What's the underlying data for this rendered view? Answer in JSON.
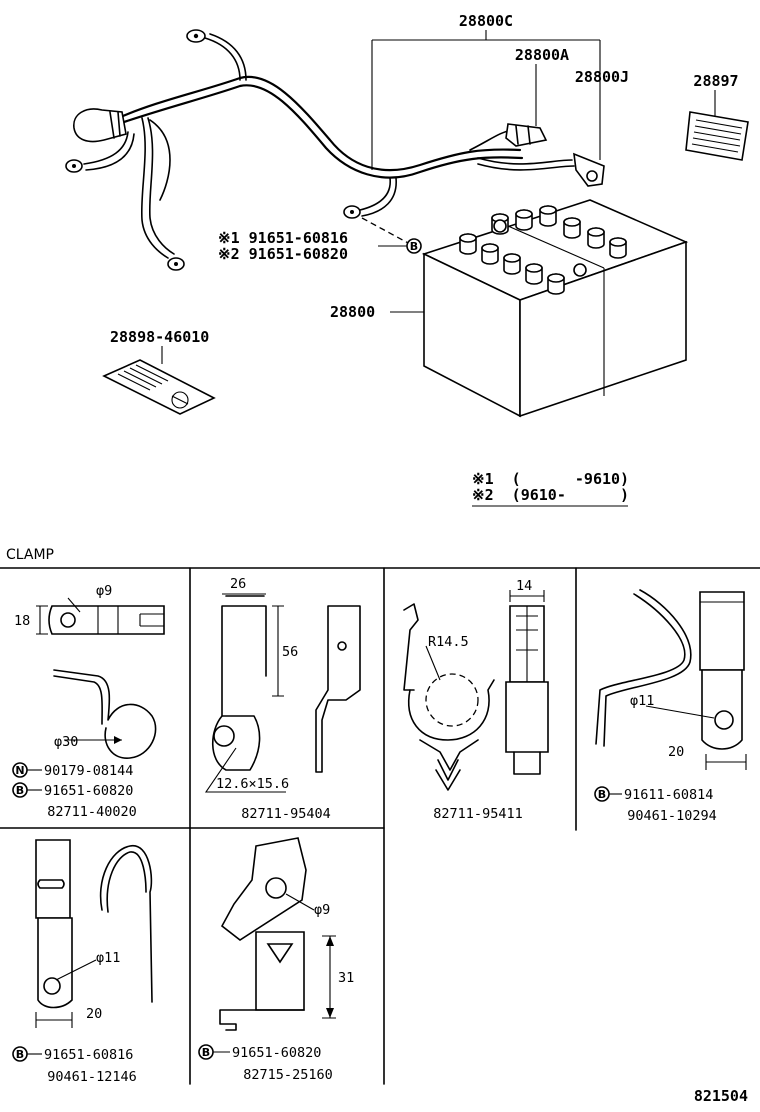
{
  "callouts": {
    "harness_main": "28800C",
    "harness_a": "28800A",
    "harness_j": "28800J",
    "label_28897": "28897",
    "bolt_1": "※1  91651-60816",
    "bolt_2": "※2  91651-60820",
    "bolt_marker": "B",
    "battery": "28800",
    "label_28898": "28898-46010"
  },
  "notes": {
    "note_1": "※1  (      -9610)",
    "note_2": "※2  (9610-      )"
  },
  "clamp_section": {
    "title": "CLAMP",
    "cells": [
      {
        "dims": [
          "φ9",
          "18",
          "φ30"
        ],
        "parts": [
          {
            "marker": "N",
            "number": "90179-08144"
          },
          {
            "marker": "B",
            "number": "91651-60820"
          }
        ],
        "part_no": "82711-40020"
      },
      {
        "dims": [
          "26",
          "56",
          "12.6×15.6"
        ],
        "parts": [],
        "part_no": "82711-95404"
      },
      {
        "dims": [
          "14",
          "R14.5"
        ],
        "parts": [],
        "part_no": "82711-95411"
      },
      {
        "dims": [
          "φ11",
          "20"
        ],
        "parts": [
          {
            "marker": "B",
            "number": "91611-60814"
          }
        ],
        "part_no": "90461-10294"
      },
      {
        "dims": [
          "φ11",
          "20"
        ],
        "parts": [
          {
            "marker": "B",
            "number": "91651-60816"
          }
        ],
        "part_no": "90461-12146"
      },
      {
        "dims": [
          "φ9",
          "31"
        ],
        "parts": [
          {
            "marker": "B",
            "number": "91651-60820"
          }
        ],
        "part_no": "82715-25160"
      }
    ]
  },
  "drawing_no": "821504"
}
